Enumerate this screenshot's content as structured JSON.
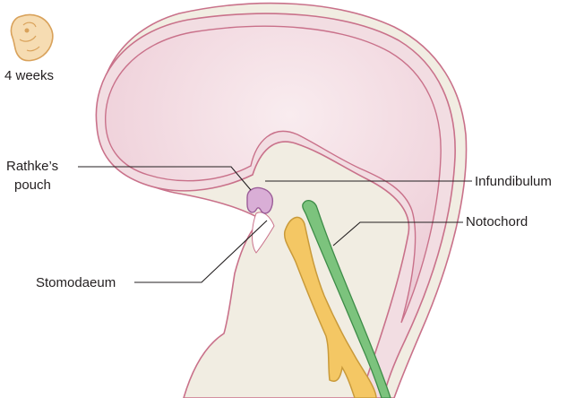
{
  "figure": {
    "age_label": "4 weeks",
    "labels": {
      "rathke_line1": "Rathke’s",
      "rathke_line2": "pouch",
      "infundibulum": "Infundibulum",
      "notochord": "Notochord",
      "stomodaeum": "Stomodaeum"
    },
    "colors": {
      "brain_wall": "#f2dde2",
      "brain_lumen": "#f3dce3",
      "brain_outline": "#c9718a",
      "body": "#f1ede2",
      "pharynx": "#f4c764",
      "notochord": "#7cc37d",
      "rathke": "#d9aed6",
      "line": "#231f20"
    }
  }
}
